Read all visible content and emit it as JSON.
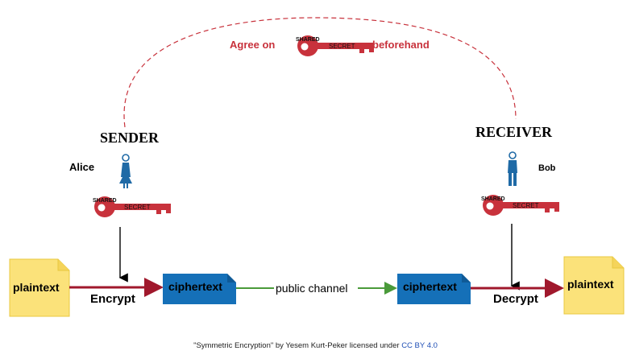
{
  "agreement": {
    "prefix": "Agree on",
    "suffix": "beforehand"
  },
  "key_labels": {
    "top": "SHARED",
    "blade": "SECRET"
  },
  "sender": {
    "role": "SENDER",
    "name": "Alice"
  },
  "receiver": {
    "role": "RECEIVER",
    "name": "Bob"
  },
  "documents": {
    "plaintext_left": "plaintext",
    "ciphertext_left": "ciphertext",
    "ciphertext_right": "ciphertext",
    "plaintext_right": "plaintext"
  },
  "operations": {
    "encrypt": "Encrypt",
    "decrypt": "Decrypt",
    "channel": "public channel"
  },
  "caption": {
    "text": "\"Symmetric Encryption\" by Yesem Kurt-Peker licensed under",
    "license": "CC BY 4.0"
  },
  "colors": {
    "key_red": "#c8323c",
    "arrow_red": "#a0182c",
    "channel_green": "#4a9a3a",
    "cipher_blue": "#1570b8",
    "plain_yellow": "#fbe27a",
    "person_blue": "#1f6aa6"
  }
}
